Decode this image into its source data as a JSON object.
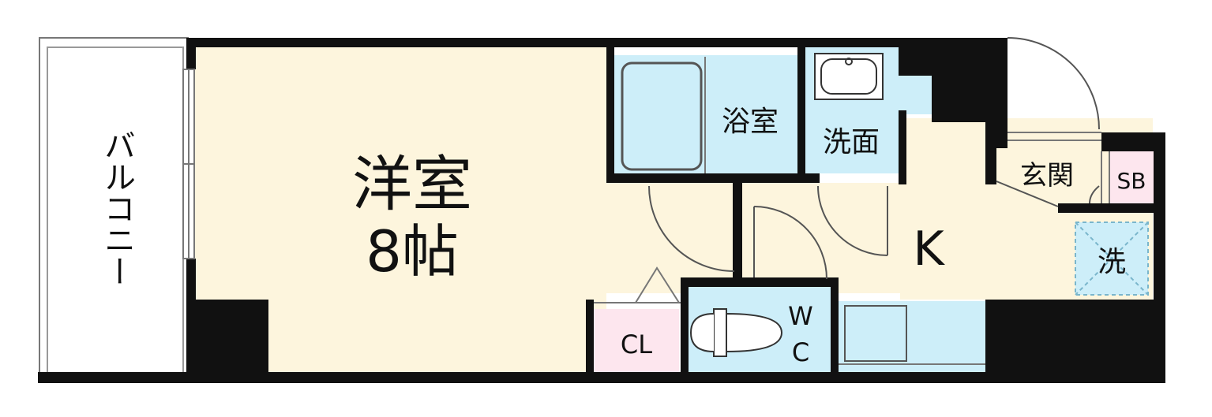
{
  "colors": {
    "wall": "#111111",
    "room_cream": "#fdf5dd",
    "wet_blue": "#cdeef9",
    "closet_pink": "#fde6ee",
    "line_grey": "#777777",
    "dash_blue": "#7ab6cc"
  },
  "rooms": {
    "balcony": "バルコニー",
    "western_room": "洋室",
    "western_room_size": "8帖",
    "bath": "浴室",
    "washroom": "洗面",
    "entrance": "玄関",
    "shoe_box": "SB",
    "kitchen": "K",
    "laundry": "洗",
    "closet": "CL",
    "toilet_w": "W",
    "toilet_c": "C"
  },
  "icons": {
    "bathtub": "bathtub-icon",
    "sink": "sink-icon",
    "toilet": "toilet-icon",
    "stove": "kitchen-counter-icon"
  }
}
